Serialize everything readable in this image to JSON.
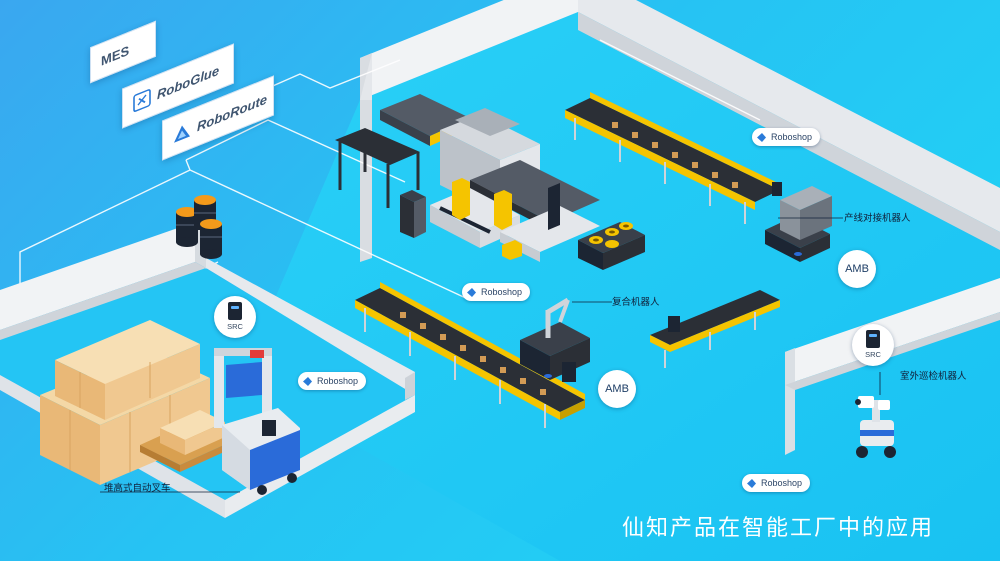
{
  "systems": [
    {
      "name": "MES",
      "icon": "none"
    },
    {
      "name": "RoboGlue",
      "icon": "roboglue-logo-icon"
    },
    {
      "name": "RoboRoute",
      "icon": "roboroute-logo-icon"
    }
  ],
  "software_badge": "Roboshop",
  "controller_label": "SRC",
  "robot_label": "AMB",
  "robots": {
    "line_docking": "产线对接机器人",
    "composite": "复合机器人",
    "outdoor_patrol": "室外巡检机器人",
    "stacking_forklift": "堆高式自动叉车"
  },
  "caption": "仙知产品在智能工厂中的应用",
  "colors": {
    "background_start": "#3aa7f0",
    "background_end": "#1fd6f5",
    "floor": "#22c8f5",
    "wall": "#e9ecef",
    "conveyor_belt": "#2b2f36",
    "accent_yellow": "#f5c400",
    "network_line": "#ffffff",
    "caption_text": "#ffffff"
  }
}
